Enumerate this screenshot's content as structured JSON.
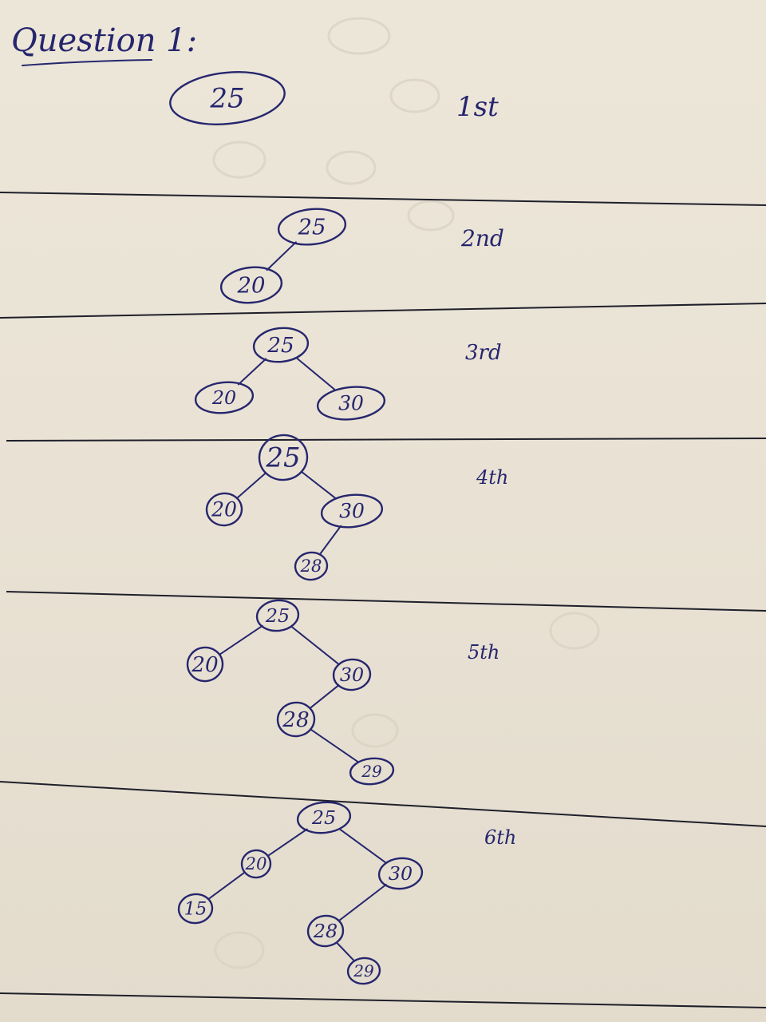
{
  "title": "Question 1:",
  "steps": [
    {
      "id": "step-1",
      "label": "1st",
      "nodes": [
        {
          "key": "r",
          "value": "25"
        }
      ],
      "edges": []
    },
    {
      "id": "step-2",
      "label": "2nd",
      "nodes": [
        {
          "key": "r",
          "value": "25"
        },
        {
          "key": "l",
          "value": "20"
        }
      ],
      "edges": [
        [
          "r",
          "l"
        ]
      ]
    },
    {
      "id": "step-3",
      "label": "3rd",
      "nodes": [
        {
          "key": "r",
          "value": "25"
        },
        {
          "key": "l",
          "value": "20"
        },
        {
          "key": "rt",
          "value": "30"
        }
      ],
      "edges": [
        [
          "r",
          "l"
        ],
        [
          "r",
          "rt"
        ]
      ]
    },
    {
      "id": "step-4",
      "label": "4th",
      "nodes": [
        {
          "key": "r",
          "value": "25"
        },
        {
          "key": "l",
          "value": "20"
        },
        {
          "key": "rt",
          "value": "30"
        },
        {
          "key": "rl",
          "value": "28"
        }
      ],
      "edges": [
        [
          "r",
          "l"
        ],
        [
          "r",
          "rt"
        ],
        [
          "rt",
          "rl"
        ]
      ]
    },
    {
      "id": "step-5",
      "label": "5th",
      "nodes": [
        {
          "key": "r",
          "value": "25"
        },
        {
          "key": "l",
          "value": "20"
        },
        {
          "key": "rt",
          "value": "30"
        },
        {
          "key": "rl",
          "value": "28"
        },
        {
          "key": "rlr",
          "value": "29"
        }
      ],
      "edges": [
        [
          "r",
          "l"
        ],
        [
          "r",
          "rt"
        ],
        [
          "rt",
          "rl"
        ],
        [
          "rl",
          "rlr"
        ]
      ]
    },
    {
      "id": "step-6",
      "label": "6th",
      "nodes": [
        {
          "key": "r",
          "value": "25"
        },
        {
          "key": "l",
          "value": "20"
        },
        {
          "key": "ll",
          "value": "15"
        },
        {
          "key": "rt",
          "value": "30"
        },
        {
          "key": "rl",
          "value": "28"
        },
        {
          "key": "rlr",
          "value": "29"
        }
      ],
      "edges": [
        [
          "r",
          "l"
        ],
        [
          "l",
          "ll"
        ],
        [
          "r",
          "rt"
        ],
        [
          "rt",
          "rl"
        ],
        [
          "rl",
          "rlr"
        ]
      ]
    }
  ]
}
